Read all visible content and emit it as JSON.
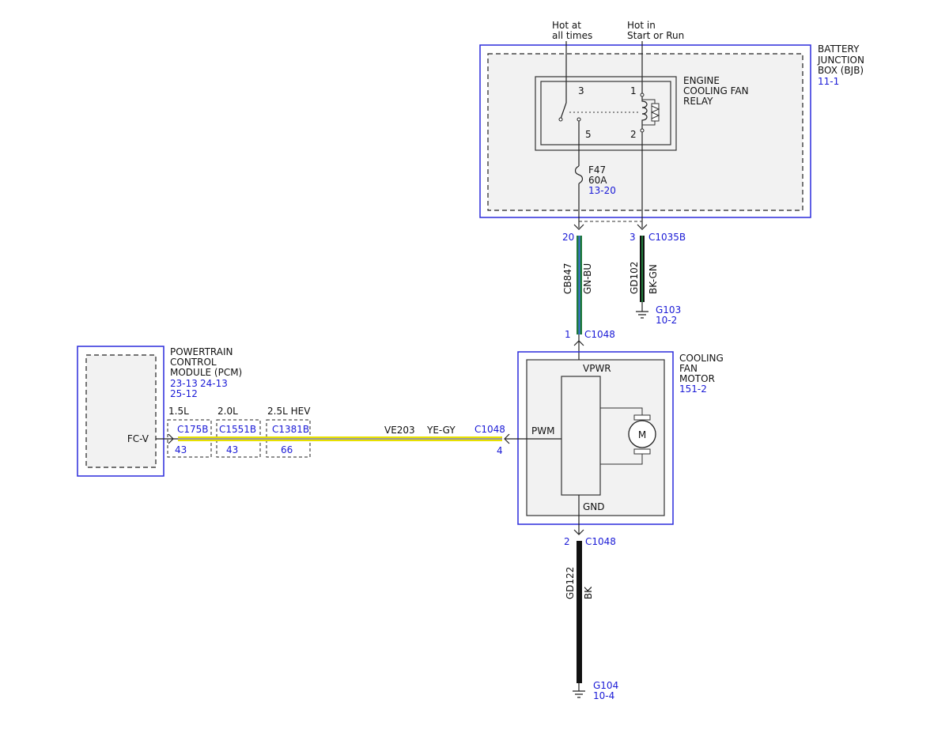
{
  "power_labels": {
    "hot_at_all_times_1": "Hot at",
    "hot_at_all_times_2": "all times",
    "hot_in_run_1": "Hot in",
    "hot_in_run_2": "Start or Run"
  },
  "bjb": {
    "name_1": "BATTERY",
    "name_2": "JUNCTION",
    "name_3": "BOX (BJB)",
    "ref": "11-1"
  },
  "relay": {
    "name_1": "ENGINE",
    "name_2": "COOLING FAN",
    "name_3": "RELAY",
    "pin_3": "3",
    "pin_1": "1",
    "pin_5": "5",
    "pin_2": "2"
  },
  "fuse": {
    "id": "F47",
    "rating": "60A",
    "ref": "13-20"
  },
  "connector_c1035b": {
    "pin_left": "20",
    "pin_right": "3",
    "name": "C1035B"
  },
  "wire_cb847": {
    "circuit": "CB847",
    "color": "GN-BU"
  },
  "wire_gd102": {
    "circuit": "GD102",
    "color": "BK-GN"
  },
  "ground_g103": {
    "name": "G103",
    "ref": "10-2"
  },
  "connector_c1048_top": {
    "pin": "1",
    "name": "C1048"
  },
  "motor": {
    "name_1": "COOLING",
    "name_2": "FAN",
    "name_3": "MOTOR",
    "ref": "151-2",
    "vpwr": "VPWR",
    "pwm": "PWM",
    "gnd": "GND",
    "symbol": "M"
  },
  "pcm": {
    "name_1": "POWERTRAIN",
    "name_2": "CONTROL",
    "name_3": "MODULE (PCM)",
    "ref_1": "23-13",
    "ref_2": "24-13",
    "ref_3": "25-12",
    "pin": "FC-V"
  },
  "pcm_connectors": [
    {
      "engine": "1.5L",
      "name": "C175B",
      "pin": "43"
    },
    {
      "engine": "2.0L",
      "name": "C1551B",
      "pin": "43"
    },
    {
      "engine": "2.5L HEV",
      "name": "C1381B",
      "pin": "66"
    }
  ],
  "wire_ve203": {
    "circuit": "VE203",
    "color": "YE-GY"
  },
  "connector_c1048_pwm": {
    "name": "C1048",
    "pin": "4"
  },
  "connector_c1048_bottom": {
    "pin": "2",
    "name": "C1048"
  },
  "wire_gd122": {
    "circuit": "GD122",
    "color": "BK"
  },
  "ground_g104": {
    "name": "G104",
    "ref": "10-4"
  },
  "colors": {
    "box_blue": "#2b2bdc",
    "ref_blue": "#1a1ad6",
    "wire_green": "#1f7a3a",
    "wire_blue_stripe": "#3a6fd8",
    "wire_yellow": "#e8e000",
    "wire_gray_stripe": "#9a9a9a",
    "wire_black": "#111111"
  }
}
